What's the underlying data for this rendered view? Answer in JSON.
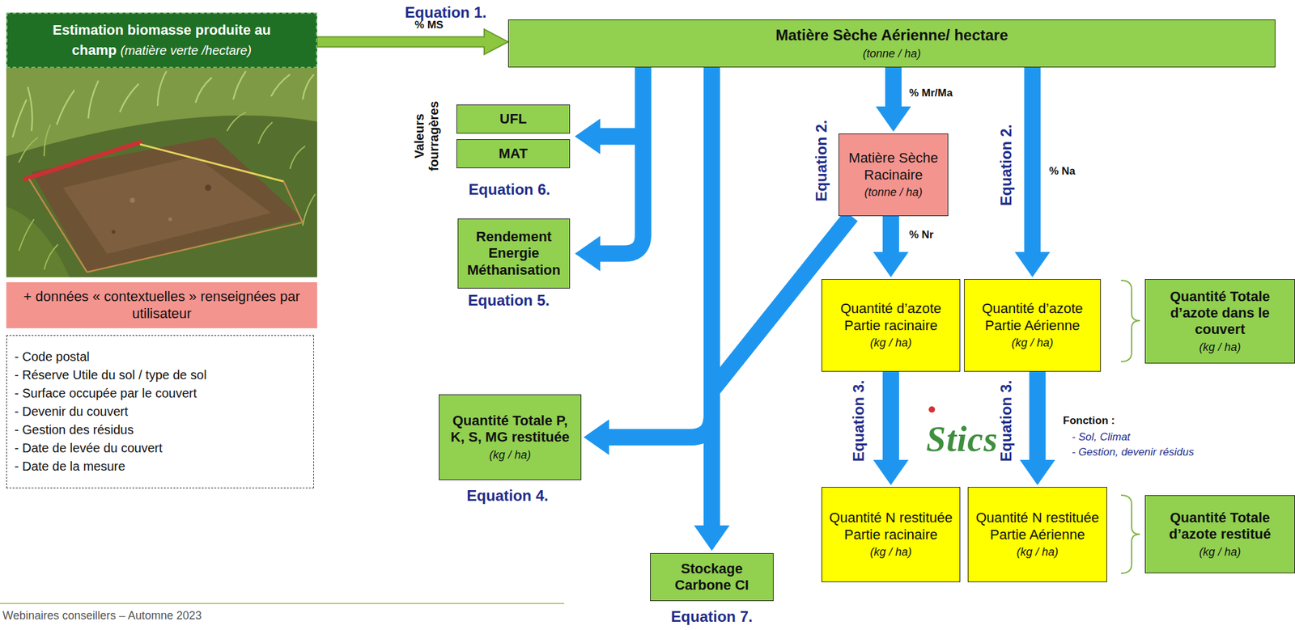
{
  "diagram": {
    "nodes": [
      {
        "text": [
          "Estimation biomasse produite au champ",
          "(matière verte /hectare)"
        ]
      },
      {
        "text": [
          "+ données « contextuelles » renseignées par utilisateur"
        ]
      },
      {
        "text": [
          "- Code postal",
          "- Réserve Utile du sol / type de sol",
          "- Surface occupée par le couvert",
          "- Devenir du couvert",
          "- Gestion des résidus",
          "- Date de levée du couvert",
          "- Date de la mesure"
        ]
      },
      {
        "text": [
          "Matière Sèche Aérienne/ hectare",
          "(tonne / ha)"
        ]
      },
      {
        "text": [
          "UFL"
        ]
      },
      {
        "text": [
          "MAT"
        ]
      },
      {
        "text": [
          "Rendement Energie Méthanisation"
        ]
      },
      {
        "text": [
          "Matière Sèche Racinaire",
          "(tonne / ha)"
        ]
      },
      {
        "text": [
          "Quantité d’azote Partie racinaire",
          "(kg / ha)"
        ]
      },
      {
        "text": [
          "Quantité d’azote Partie Aérienne",
          "(kg / ha)"
        ]
      },
      {
        "text": [
          "Quantité Totale d’azote dans le couvert",
          "(kg / ha)"
        ]
      },
      {
        "text": [
          "Quantité Totale P, K, S, MG restituée",
          "(kg / ha)"
        ]
      },
      {
        "text": [
          "Stockage Carbone CI"
        ]
      },
      {
        "text": [
          "Quantité N restituée Partie racinaire",
          "(kg / ha)"
        ]
      },
      {
        "text": [
          "Quantité N restituée Partie Aérienne",
          "(kg / ha)"
        ]
      },
      {
        "text": [
          "Quantité Totale d’azote restitué",
          "(kg / ha)"
        ]
      }
    ],
    "edges": [
      {
        "from": 0,
        "to": 3,
        "label": "% MS",
        "arrow": "to"
      },
      {
        "from": 3,
        "to": 4,
        "arrow": "to"
      },
      {
        "from": 3,
        "to": 5,
        "arrow": "to"
      },
      {
        "from": 3,
        "to": 6,
        "arrow": "to"
      },
      {
        "from": 3,
        "to": 11,
        "arrow": "to"
      },
      {
        "from": 3,
        "to": 12,
        "arrow": "to"
      },
      {
        "from": 3,
        "to": 7,
        "arrow": "to"
      },
      {
        "from": 7,
        "to": 11,
        "arrow": "to"
      },
      {
        "from": 7,
        "to": 12,
        "arrow": "to"
      },
      {
        "from": 7,
        "to": 8,
        "arrow": "to"
      },
      {
        "from": 3,
        "to": 9,
        "arrow": "to"
      },
      {
        "from": 8,
        "to": 13,
        "arrow": "to"
      },
      {
        "from": 9,
        "to": 14,
        "arrow": "to"
      }
    ],
    "labels": [
      "Equation 1.",
      "Valeurs fourragères",
      "Equation 6.",
      "Equation 5.",
      "Equation 4.",
      "Equation 7.",
      "Equation 2.",
      "% Mr/Ma",
      "Equation 2.",
      "% Na",
      "% Nr",
      "Equation 3.",
      "Equation 3.",
      "Stics",
      "Fonction :",
      "- Sol, Climat",
      "- Gestion, devenir résidus",
      "Webinaires conseillers – Automne 2023"
    ]
  }
}
